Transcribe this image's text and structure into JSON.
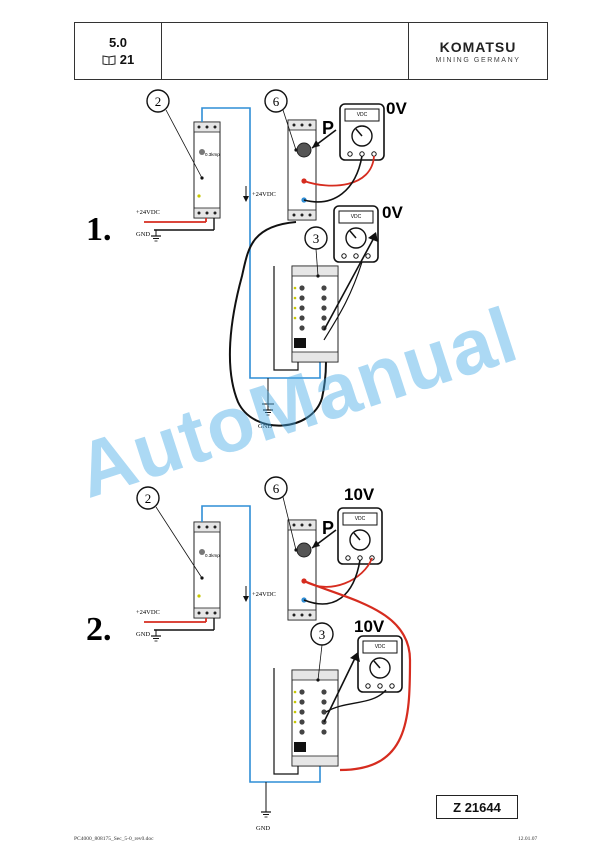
{
  "header": {
    "section": "5.0",
    "page": "21",
    "brand": "KOMATSU",
    "brand_sub": "MINING GERMANY"
  },
  "watermark": "AutoManual",
  "figure_id": "Z 21644",
  "footer": {
    "left": "PC4000_808175_Sec_5-0_rev0.doc",
    "right": "12.01.07"
  },
  "panels": [
    {
      "step": "1.",
      "labels": {
        "module": "2",
        "sensor": "6",
        "terminal": "3"
      },
      "supply": "+24VDC",
      "supply_side": "+24VDC",
      "gnd": "GND",
      "gnd_bottom": "GND",
      "pressure": "P",
      "meter_top": "0V",
      "meter_lower": "0V",
      "meter_face": "VDC",
      "module_text": "0.3kmp"
    },
    {
      "step": "2.",
      "labels": {
        "module": "2",
        "sensor": "6",
        "terminal": "3"
      },
      "supply": "+24VDC",
      "supply_side": "+24VDC",
      "gnd": "GND",
      "gnd_bottom": "GND",
      "pressure": "P",
      "meter_top": "10V",
      "meter_lower": "10V",
      "meter_face": "VDC",
      "module_text": "0.3kmp"
    }
  ],
  "colors": {
    "wire_blue": "#2f8ed6",
    "wire_red": "#d62c1f",
    "wire_black": "#111111",
    "watermark": "#46aae6"
  }
}
